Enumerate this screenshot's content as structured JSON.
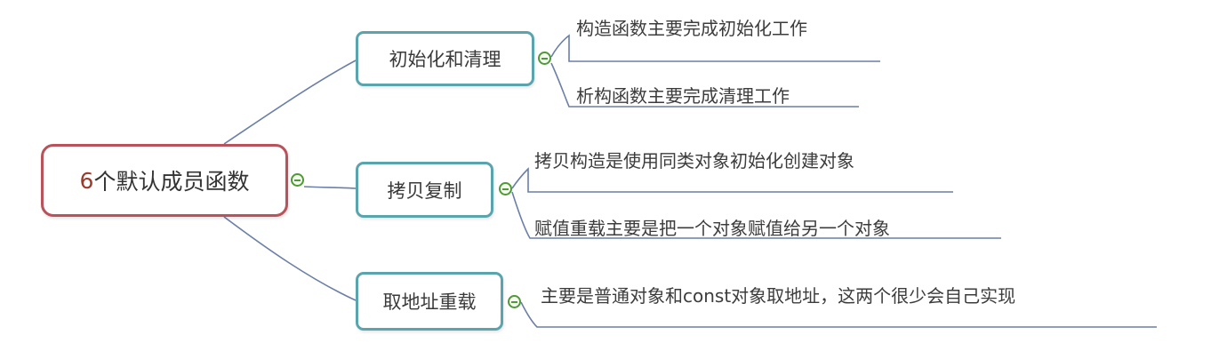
{
  "mindmap": {
    "root": {
      "first_char": "6",
      "rest": "个默认成员函数"
    },
    "branches": [
      {
        "label": "初始化和清理",
        "leaves": [
          "构造函数主要完成初始化工作",
          "析构函数主要完成清理工作"
        ]
      },
      {
        "label": "拷贝复制",
        "leaves": [
          "拷贝构造是使用同类对象初始化创建对象",
          "赋值重载主要是把一个对象赋值给另一个对象"
        ]
      },
      {
        "label": "取地址重载",
        "leaves": [
          "主要是普通对象和const对象取地址，这两个很少会自己实现"
        ]
      }
    ]
  },
  "colors": {
    "root_border": "#b9525a",
    "branch_border": "#5aa4ae",
    "connector": "#6b7fa8",
    "toggle": "#4f9a36"
  }
}
